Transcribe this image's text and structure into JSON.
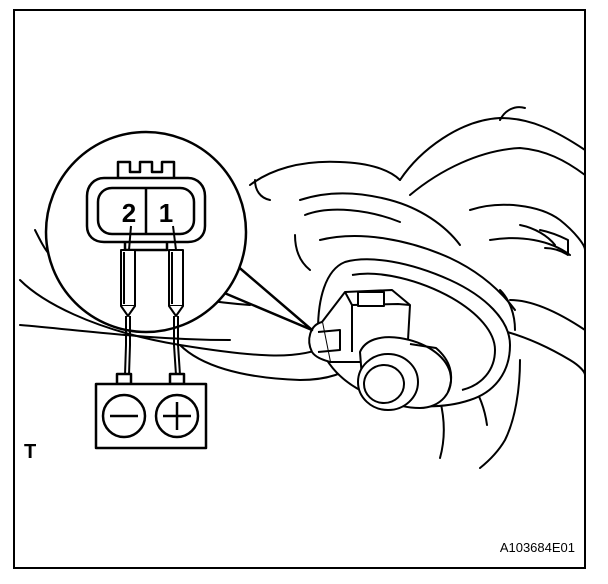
{
  "figure": {
    "corner_letter": "T",
    "figure_code": "A103684E01"
  },
  "connector": {
    "pin_left": "2",
    "pin_right": "1"
  },
  "battery": {
    "negative_symbol": "minus-symbol",
    "positive_symbol": "plus-symbol"
  },
  "colors": {
    "line": "#000000",
    "background": "#ffffff"
  }
}
